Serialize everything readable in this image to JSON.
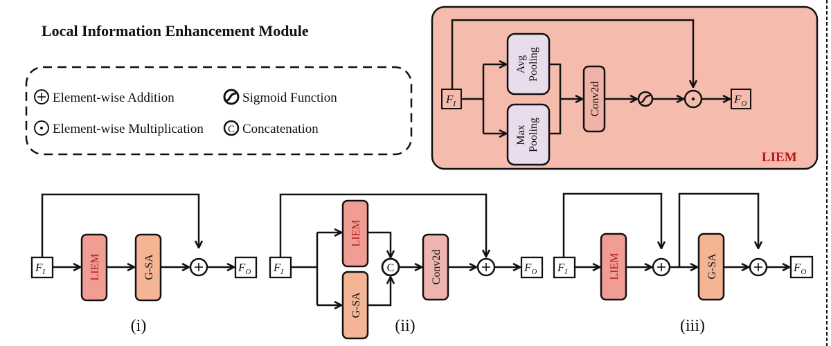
{
  "title": "Local Information Enhancement Module",
  "legend": {
    "addition": "Element-wise Addition",
    "multiplication": "Element-wise Multiplication",
    "sigmoid": "Sigmoid Function",
    "concatenation": "Concatenation"
  },
  "liem_panel": {
    "label": "LIEM",
    "input": "F",
    "input_sub": "I",
    "output": "F",
    "output_sub": "O",
    "avg_pool_1": "Avg",
    "avg_pool_2": "Pooling",
    "max_pool_1": "Max",
    "max_pool_2": "Pooling",
    "conv": "Conv2d"
  },
  "variants": [
    {
      "caption": "(i)",
      "liem": "LIEM",
      "gsa": "G-SA"
    },
    {
      "caption": "(ii)",
      "liem": "LIEM",
      "gsa": "G-SA",
      "conv": "Conv2d",
      "concat": "C"
    },
    {
      "caption": "(iii)",
      "liem": "LIEM",
      "gsa": "G-SA"
    }
  ],
  "colors": {
    "panel_bg": "#f5bcae",
    "pool_box": "#e9dcec",
    "conv_box": "#f0b1a6",
    "liem_box": "#f09e94",
    "gsa_box": "#f4b595",
    "conv_box_ii": "#eeb4b0",
    "liem_text": "#b5161c"
  }
}
